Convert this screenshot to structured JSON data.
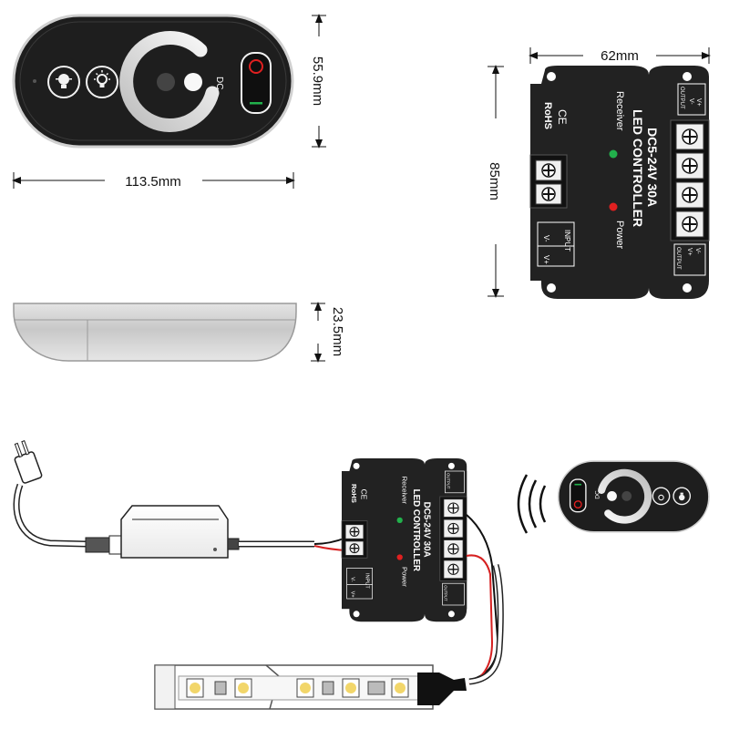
{
  "dimensions": {
    "remote_width": "113.5mm",
    "remote_height": "55.9mm",
    "remote_thickness": "23.5mm",
    "controller_width": "62mm",
    "controller_height": "85mm"
  },
  "remote": {
    "dc_label": "DC"
  },
  "controller": {
    "receiver_label": "Receiver",
    "power_label": "Power",
    "title": "LED CONTROLLER",
    "rating": "DC5-24V 30A",
    "rohs": "RoHS",
    "ce": "CE",
    "input_label": "INPUT",
    "output_label": "OUTPUT",
    "vplus": "V+",
    "vminus": "V-"
  },
  "colors": {
    "device_body": "#222222",
    "remote_body": "#1e1e1e",
    "receiver_led": "#22b14c",
    "power_led": "#e02020",
    "wire_red": "#d62020"
  }
}
